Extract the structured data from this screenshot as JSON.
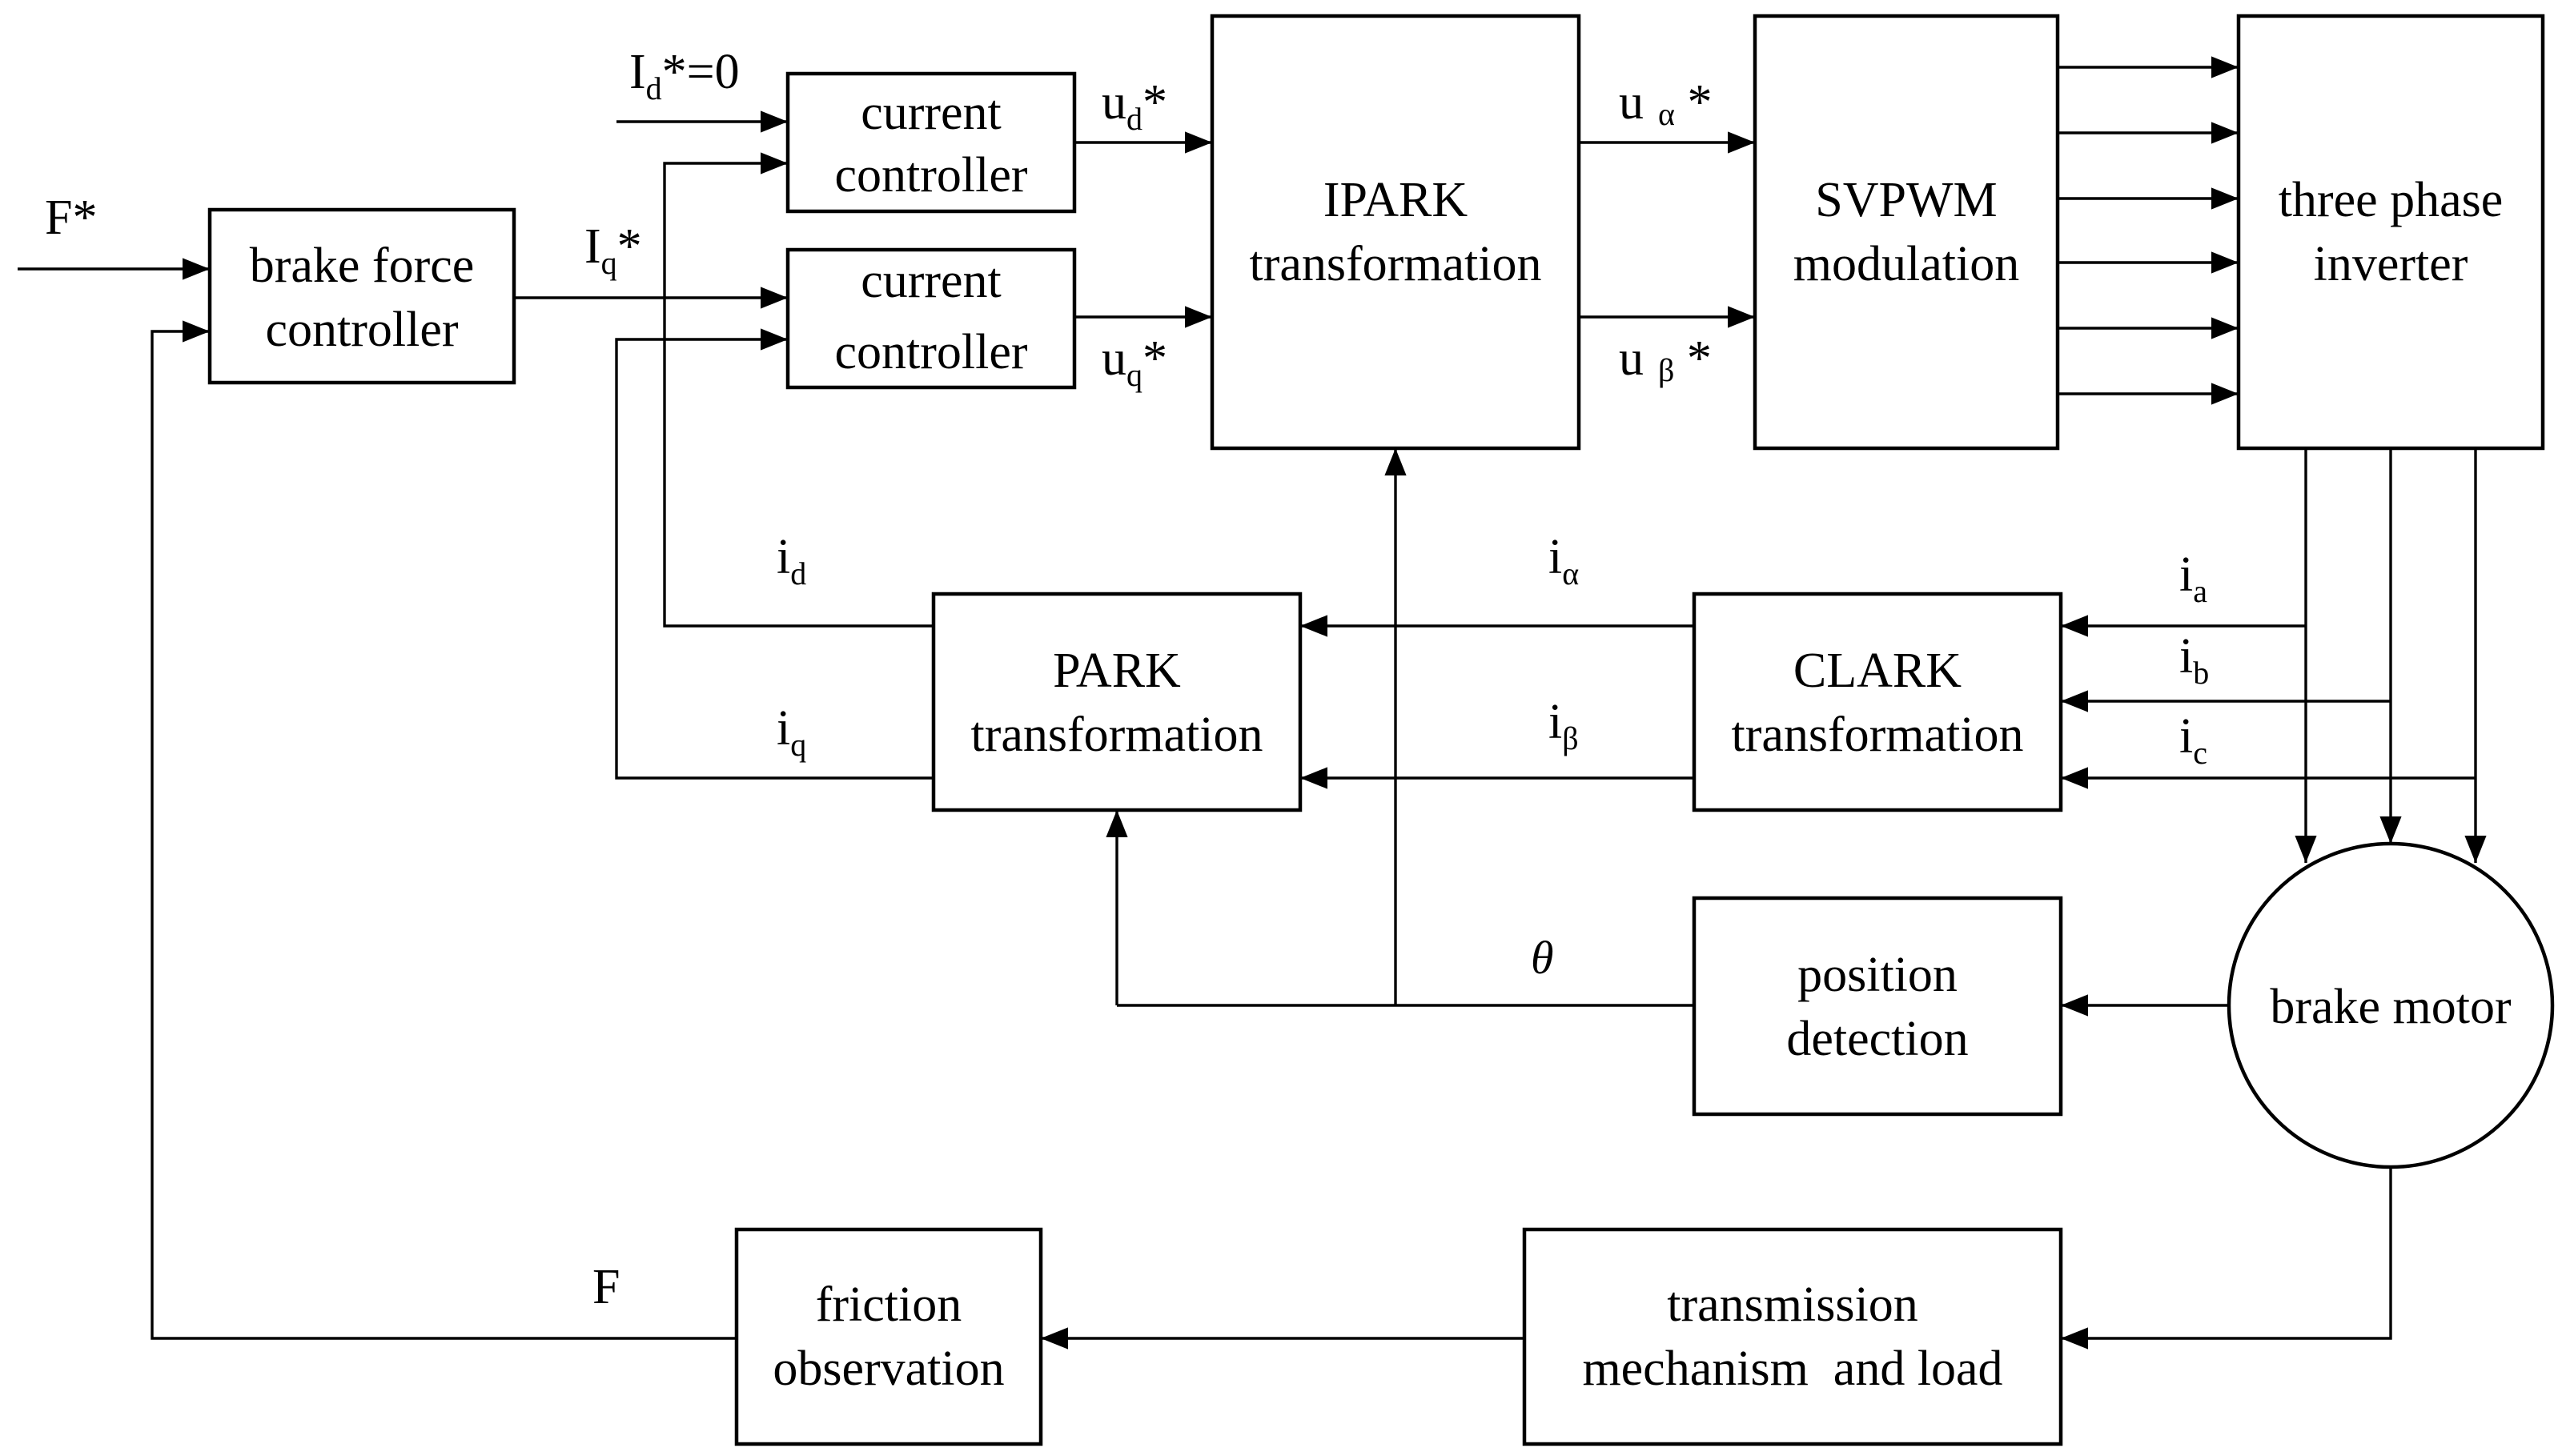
{
  "blocks": {
    "brake_force_controller": [
      "brake force",
      "controller"
    ],
    "current_controller_d": [
      "current",
      "controller"
    ],
    "current_controller_q": [
      "current",
      "controller"
    ],
    "ipark": [
      "IPARK",
      "transformation"
    ],
    "svpwm": [
      "SVPWM",
      "modulation"
    ],
    "inverter": [
      "three phase",
      "inverter"
    ],
    "park": [
      "PARK",
      "transformation"
    ],
    "clark": [
      "CLARK",
      "transformation"
    ],
    "position": [
      "position",
      "detection"
    ],
    "motor": "brake motor",
    "transmission": [
      "transmission",
      "mechanism  and load"
    ],
    "friction": [
      "friction",
      "observation"
    ]
  },
  "signals": {
    "f_ref": "F*",
    "id_ref": {
      "base": "I",
      "sub": "d",
      "rest": "*=0"
    },
    "iq_ref": {
      "base": "I",
      "sub": "q",
      "rest": "*"
    },
    "ud_ref": {
      "base": "u",
      "sub": "d",
      "rest": "*"
    },
    "uq_ref": {
      "base": "u",
      "sub": "q",
      "rest": "*"
    },
    "ualpha_ref": {
      "base": "u",
      "sub": "α",
      "rest": " *"
    },
    "ubeta_ref": {
      "base": "u",
      "sub": "β",
      "rest": " *"
    },
    "i_d": {
      "base": "i",
      "sub": "d"
    },
    "i_q": {
      "base": "i",
      "sub": "q"
    },
    "i_alpha": {
      "base": "i",
      "sub": "α"
    },
    "i_beta": {
      "base": "i",
      "sub": "β"
    },
    "i_a": {
      "base": "i",
      "sub": "a"
    },
    "i_b": {
      "base": "i",
      "sub": "b"
    },
    "i_c": {
      "base": "i",
      "sub": "c"
    },
    "theta": "θ",
    "f_feedback": "F"
  }
}
